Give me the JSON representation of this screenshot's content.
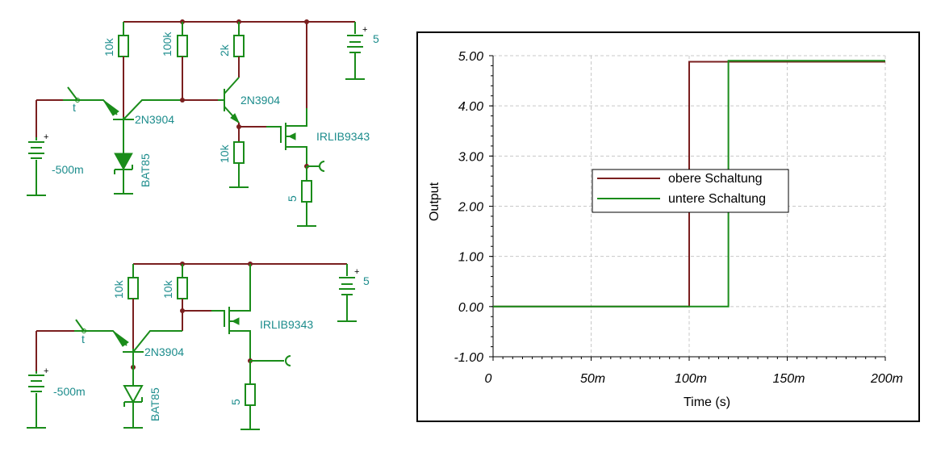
{
  "circuit": {
    "top": {
      "r1": "10k",
      "r2": "100k",
      "r3": "2k",
      "r4": "10k",
      "r5": "5",
      "q1": "2N3904",
      "q2": "2N3904",
      "mosfet": "IRLIB9343",
      "diode": "BAT85",
      "source": "-500m",
      "battery": "5",
      "switch": "t"
    },
    "bottom": {
      "r1": "10k",
      "r2": "10k",
      "r3": "5",
      "q1": "2N3904",
      "mosfet": "IRLIB9343",
      "diode": "BAT85",
      "source": "-500m",
      "battery": "5",
      "switch": "t"
    }
  },
  "chart_data": {
    "type": "line",
    "xlabel": "Time (s)",
    "ylabel": "Output",
    "xlim": [
      0,
      0.2
    ],
    "ylim": [
      -1,
      5
    ],
    "x_ticks": [
      "0",
      "50m",
      "100m",
      "150m",
      "200m"
    ],
    "y_ticks": [
      "-1.00",
      "0.00",
      "1.00",
      "2.00",
      "3.00",
      "4.00",
      "5.00"
    ],
    "grid": true,
    "legend_position": "center",
    "series": [
      {
        "name": "obere Schaltung",
        "color": "#7a1f1f",
        "x": [
          0,
          0.1,
          0.1,
          0.2
        ],
        "y": [
          0,
          0,
          4.88,
          4.88
        ]
      },
      {
        "name": "untere Schaltung",
        "color": "#1a8c1a",
        "x": [
          0,
          0.12,
          0.12,
          0.2
        ],
        "y": [
          0,
          0,
          4.9,
          4.9
        ]
      }
    ]
  }
}
